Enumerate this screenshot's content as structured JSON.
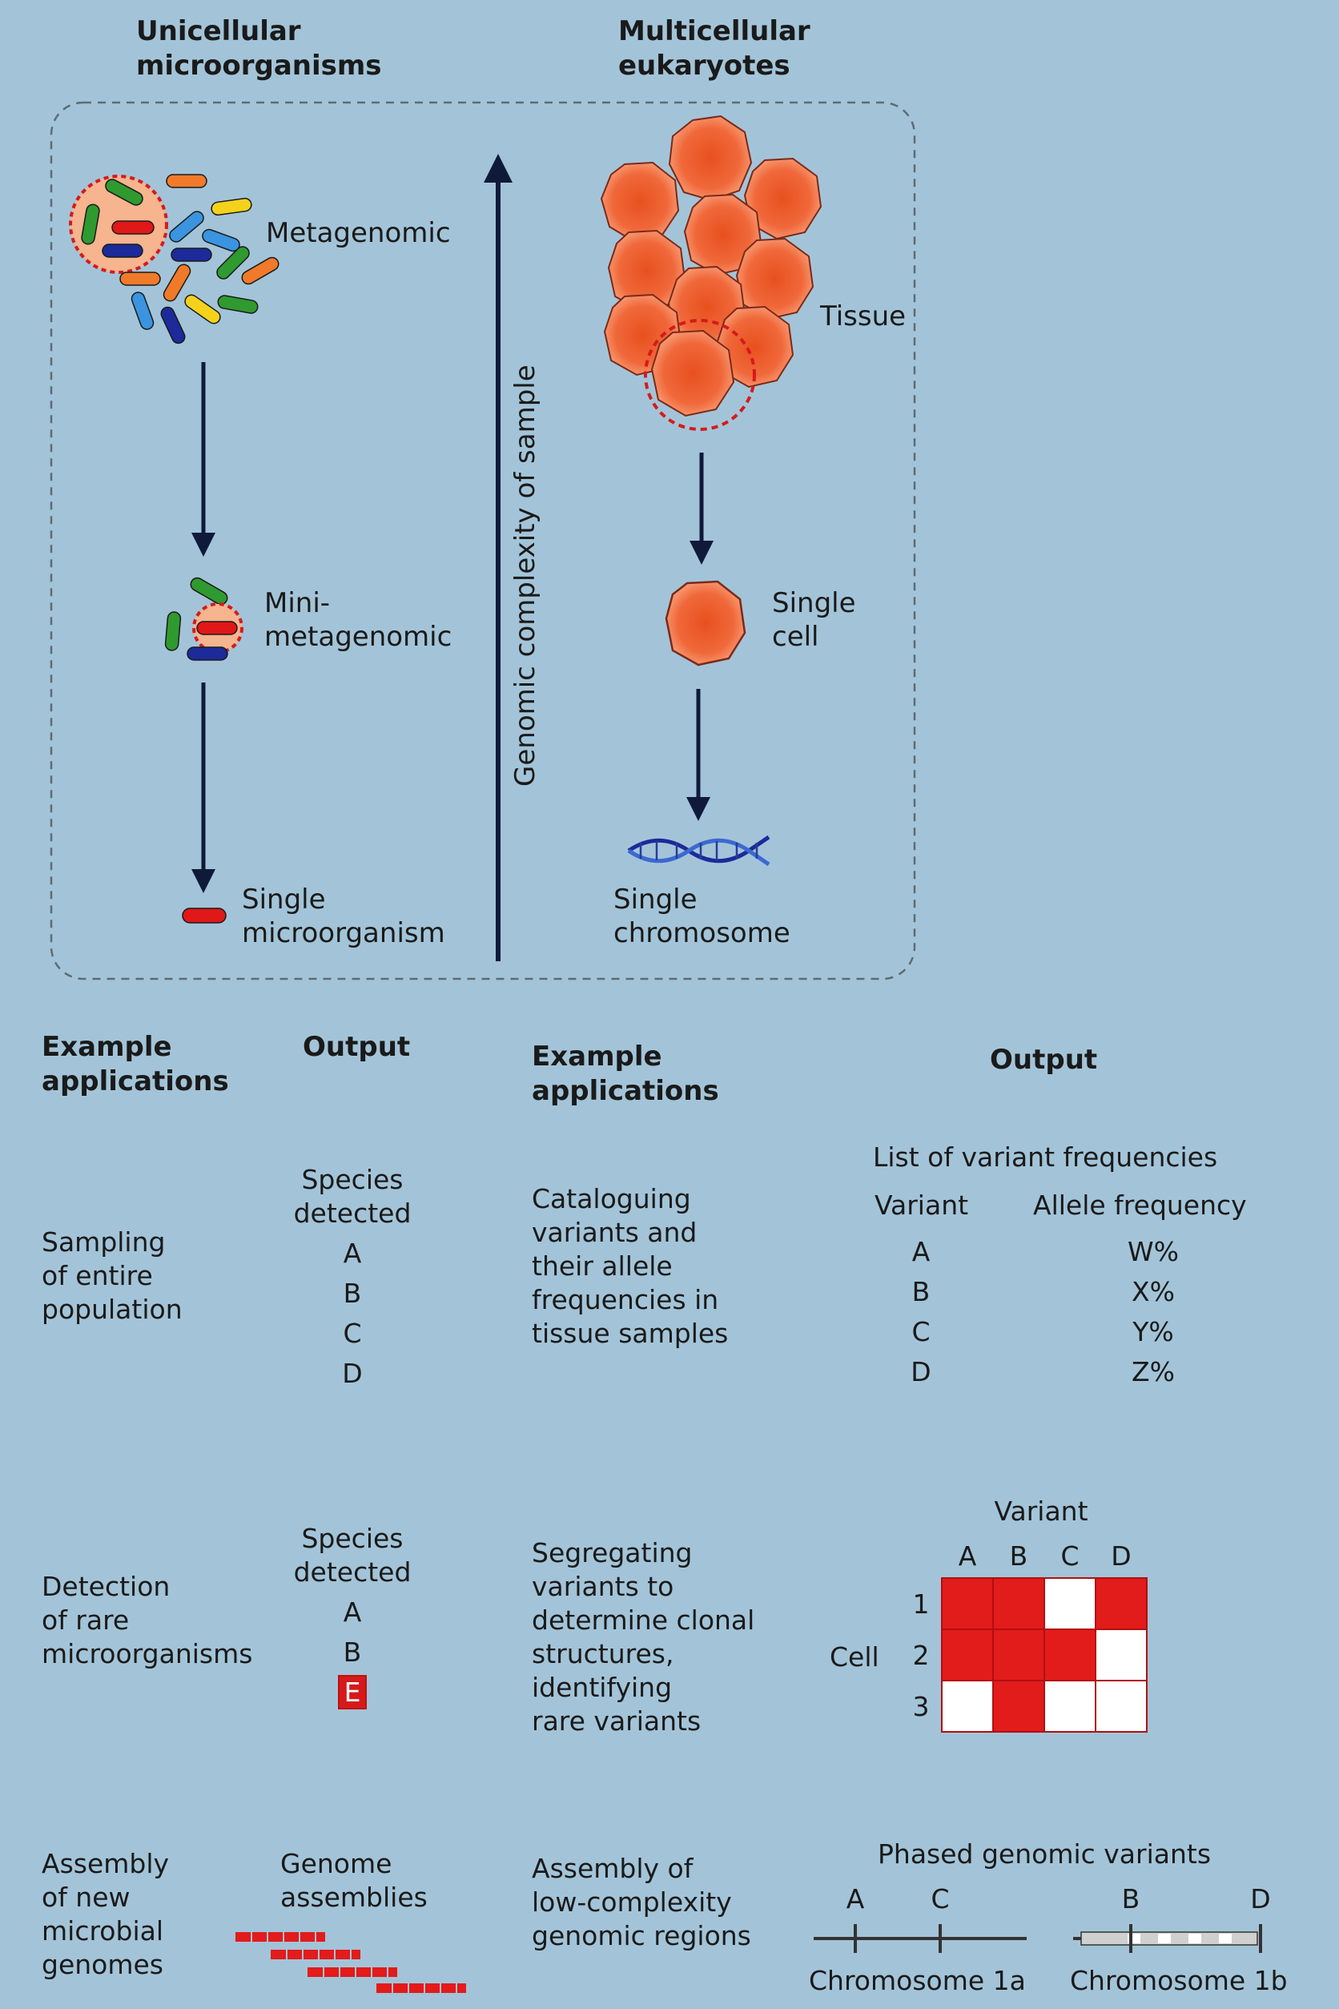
{
  "header": {
    "left_title": "Unicellular\nmicroorganisms",
    "right_title": "Multicellular\neukaryotes"
  },
  "sample_labels": {
    "metagenomic": "Metagenomic",
    "mini_metagenomic": "Mini-\nmetagenomic",
    "single_microorganism": "Single\nmicroorganism",
    "tissue": "Tissue",
    "single_cell": "Single\ncell",
    "single_chromosome": "Single\nchromosome"
  },
  "axis_label": "Genomic complexity of sample",
  "columns": {
    "example_applications": "Example\napplications",
    "output": "Output"
  },
  "rows": [
    {
      "left_application": "Sampling\nof entire\npopulation",
      "left_output_title": "Species\ndetected",
      "left_output_items": [
        "A",
        "B",
        "C",
        "D"
      ],
      "right_application": "Cataloguing\nvariants and\ntheir allele\nfrequencies in\ntissue samples",
      "right_output_title": "List of variant frequencies",
      "variant_header": "Variant",
      "frequency_header": "Allele frequency",
      "variants": [
        "A",
        "B",
        "C",
        "D"
      ],
      "frequencies": [
        "W%",
        "X%",
        "Y%",
        "Z%"
      ]
    },
    {
      "left_application": "Detection\nof rare\nmicroorganisms",
      "left_output_title": "Species\ndetected",
      "left_output_items": [
        "A",
        "B"
      ],
      "left_output_highlight": "E",
      "right_application": "Segregating\nvariants to\ndetermine clonal\nstructures,\nidentifying\nrare variants",
      "matrix_title": "Variant",
      "matrix_cols": [
        "A",
        "B",
        "C",
        "D"
      ],
      "matrix_row_label": "Cell",
      "matrix_rows": [
        "1",
        "2",
        "3"
      ],
      "matrix_cells": [
        [
          1,
          1,
          0,
          1
        ],
        [
          1,
          1,
          1,
          0
        ],
        [
          0,
          1,
          0,
          0
        ]
      ]
    },
    {
      "left_application": "Assembly\nof new\nmicrobial\ngenomes",
      "left_output_title": "Genome\nassemblies",
      "right_application": "Assembly of\nlow-complexity\ngenomic regions",
      "right_output_title": "Phased genomic variants",
      "chrom_a_markers": [
        "A",
        "C"
      ],
      "chrom_b_markers": [
        "B",
        "D"
      ],
      "chrom_a_label": "Chromosome 1a",
      "chrom_b_label": "Chromosome 1b"
    }
  ],
  "colors": {
    "background": "#a3c4d8",
    "highlight_red": "#e21b1b",
    "cell_orange": "#f26b3a",
    "arrow": "#0f1a3a"
  }
}
